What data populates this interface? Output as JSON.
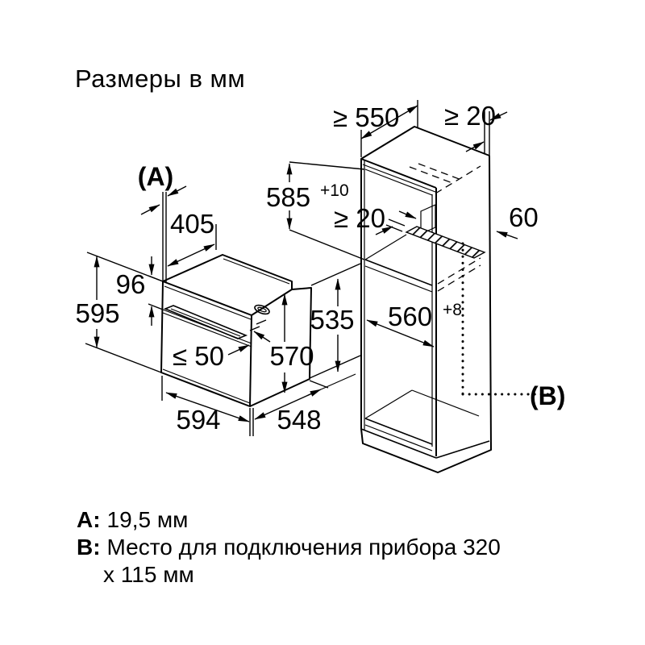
{
  "title": "Размеры в мм",
  "diagram": {
    "oven": {
      "labels": {
        "a_marker": "(A)",
        "top_depth": "405",
        "panel_height": "96",
        "height": "595",
        "handle_depth": "≤ 50",
        "door_height": "570",
        "body_height": "535",
        "width": "594",
        "body_depth": "548"
      }
    },
    "cabinet": {
      "labels": {
        "min_depth": "≥ 550",
        "top_rear_gap": "≥ 20",
        "niche_height": "585",
        "niche_height_tolerance": "+10",
        "vent_slot": "≥ 20",
        "rear_vent": "60",
        "niche_width": "560",
        "niche_width_tolerance": "+8",
        "b_marker": "(B)"
      }
    }
  },
  "legend": {
    "a_key": "A:",
    "a_value": "19,5 мм",
    "b_key": "B:",
    "b_value": "Место для подключения прибора 320",
    "b_value_cont": "x 115 мм"
  }
}
